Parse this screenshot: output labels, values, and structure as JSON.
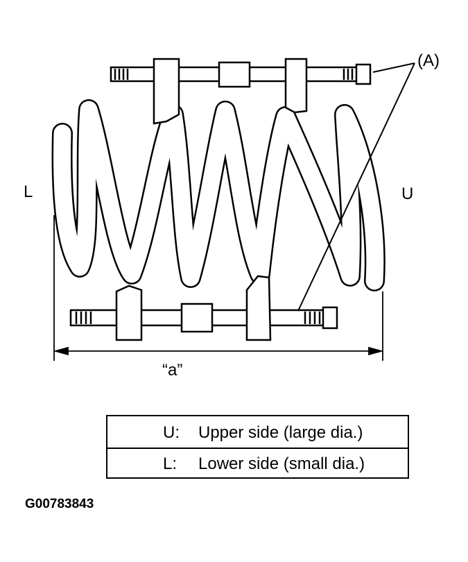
{
  "labels": {
    "lower": "L",
    "upper": "U",
    "tool": "(A)",
    "dimension": "“a”"
  },
  "legend": [
    {
      "key": "U:",
      "text": "Upper side (large dia.)"
    },
    {
      "key": "L:",
      "text": "Lower side (small dia.)"
    }
  ],
  "figure_id": "G00783843"
}
